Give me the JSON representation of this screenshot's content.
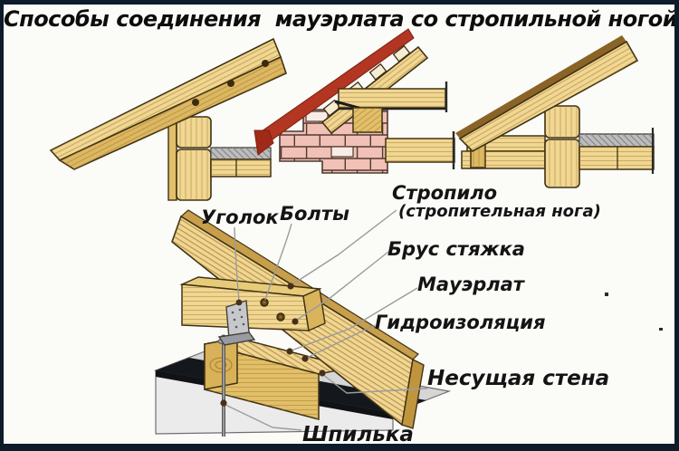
{
  "title": "Способы соединения  мауэрлата со стропильной ногой",
  "labels": {
    "ugolok": "Уголок",
    "bolty": "Болты",
    "stropilo_line1": "Стропило",
    "stropilo_line2": "(стропительная нога)",
    "brus": "Брус стяжка",
    "mauerlat": "Мауэрлат",
    "gidro": "Гидроизоляция",
    "wall": "Несущая стена",
    "shpilka": "Шпилька"
  },
  "colors": {
    "background": "#fbfbf8",
    "frame_border": "#0d1c2b",
    "wood_light": "#f0d793",
    "wood_mid": "#e2c06a",
    "wood_dark": "#caa24c",
    "wood_outline": "#3f3113",
    "roof_red": "#b23622",
    "brick_pink": "#f1c0b6",
    "concrete_gray": "#e9e9e9",
    "waterproofing_black": "#14181d",
    "bracket_gray": "#c6c8cc",
    "leader_line": "#9b9b9b",
    "label_text": "#141414"
  }
}
